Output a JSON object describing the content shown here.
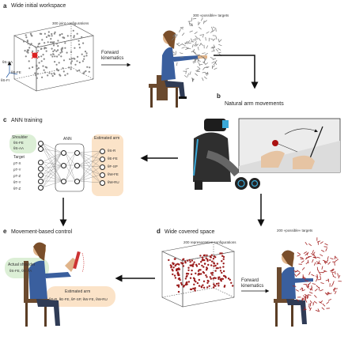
{
  "panels": {
    "a": {
      "letter": "a",
      "title": "Wide initial workspace",
      "cloud_label": "300 joint configurations",
      "fk_label": "Forward kinematics",
      "targets_label": "300 «possible» targets",
      "axis_labels": {
        "y": "θS-AA",
        "z": "θS-FE",
        "x": "θS-FI"
      }
    },
    "b": {
      "letter": "b",
      "title": "Natural arm movements"
    },
    "c": {
      "letter": "c",
      "title": "ANN training",
      "shoulder_label": "Shoulder",
      "shoulder_vars": [
        "θS-FE",
        "θS-AA"
      ],
      "target_label": "Target",
      "target_vars": [
        "pT-X",
        "pT-Y",
        "pT-Z",
        "θT-Y",
        "θT-Z"
      ],
      "ann_label": "ANN",
      "estimated_label": "Estimated arm",
      "estimated_vars": [
        "θS-R",
        "θE-FE",
        "θF-SP",
        "θW-FE",
        "θW-RU"
      ]
    },
    "d": {
      "letter": "d",
      "title": "Wide covered space",
      "cloud_label": "200 representative configurations",
      "fk_label": "Forward kinematics",
      "targets_label": "200 «possible» targets"
    },
    "e": {
      "letter": "e",
      "title": "Movement-based control",
      "actual_label": "Actual shoulder",
      "actual_vars": "θS-FE, θS-AA",
      "estimated_label": "Estimated arm",
      "estimated_vars": "θS-R, θE-FE, θF-SP, θW-FE, θW-RU"
    }
  },
  "colors": {
    "green": "#dcefd6",
    "orange": "#fbe3c8",
    "red": "#b22222",
    "gray": "#777777",
    "shirt": "#3a5f9e"
  }
}
